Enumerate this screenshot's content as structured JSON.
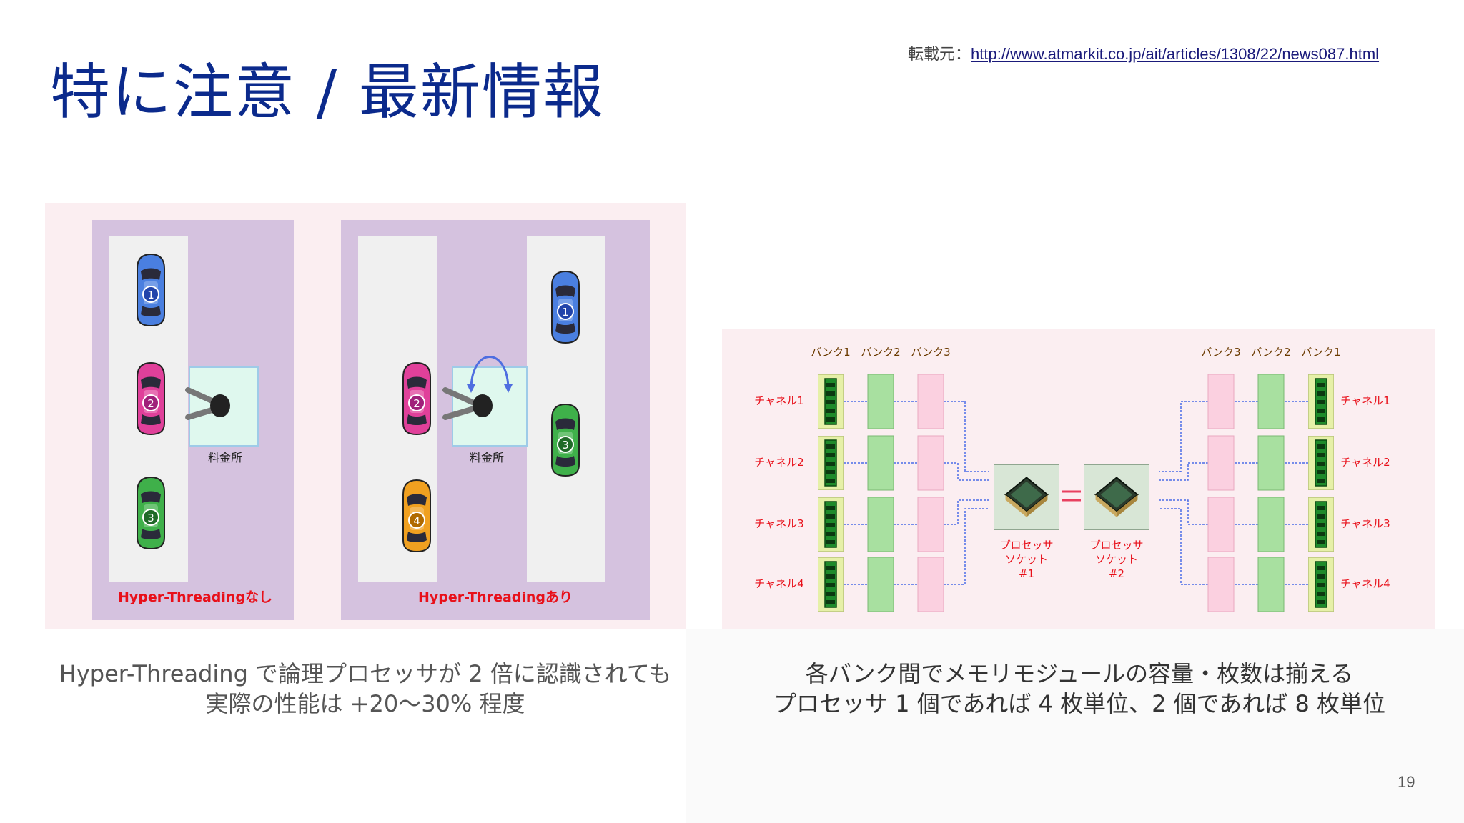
{
  "slide": {
    "title": "特に注意 / 最新情報",
    "source_label": "転載元：",
    "source_url": "http://www.atmarkit.co.jp/ait/articles/1308/22/news087.html",
    "page_number": "19"
  },
  "left_figure": {
    "panel_without": {
      "booth_label": "料金所",
      "caption": "Hyper-Threadingなし",
      "cars": [
        "1",
        "2",
        "3"
      ]
    },
    "panel_with": {
      "booth_label": "料金所",
      "caption": "Hyper-Threadingあり",
      "cars": [
        "1",
        "2",
        "3",
        "4"
      ]
    },
    "car_colors": [
      "#4a7fe0",
      "#e0409a",
      "#3fb04a",
      "#f0a020"
    ],
    "accent_red": "#e8101a"
  },
  "right_figure": {
    "banks_left": [
      "バンク1",
      "バンク2",
      "バンク3"
    ],
    "banks_right": [
      "バンク3",
      "バンク2",
      "バンク1"
    ],
    "channels": [
      "チャネル1",
      "チャネル2",
      "チャネル3",
      "チャネル4"
    ],
    "socket1": [
      "プロセッサ",
      "ソケット",
      "#1"
    ],
    "socket2": [
      "プロセッサ",
      "ソケット",
      "#2"
    ],
    "label_color": "#e8101a",
    "bank_label_color": "#6b3a00"
  },
  "captions": {
    "left": [
      "Hyper-Threading で論理プロセッサが 2 倍に認識されても",
      "実際の性能は +20～30% 程度"
    ],
    "right": [
      "各バンク間でメモリモジュールの容量・枚数は揃える",
      "プロセッサ 1 個であれば 4 枚単位、2 個であれば 8 枚単位"
    ]
  }
}
